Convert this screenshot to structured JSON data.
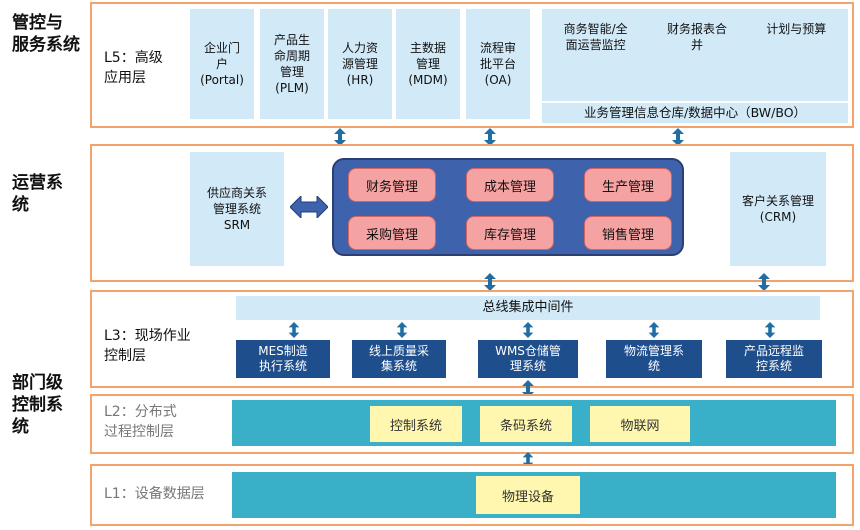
{
  "system_labels": {
    "management": "管控与\n服务系统",
    "operations": "运营系\n统",
    "department": "部门级\n控制系\n统"
  },
  "layers": {
    "l5": {
      "label": "L5：高级\n应用层"
    },
    "l3": {
      "label": "L3：现场作业\n控制层"
    },
    "l2": {
      "label": "L2：分布式\n过程控制层"
    },
    "l1": {
      "label": "L1：设备数据层"
    }
  },
  "l5_apps": [
    "企业门\n户\n(Portal)",
    "产品生\n命周期\n管理\n(PLM)",
    "人力资\n源管理\n(HR)",
    "主数据\n管理\n(MDM)",
    "流程审\n批平台\n(OA)"
  ],
  "bw": {
    "items": [
      "商务智能/全\n面运营监控",
      "财务报表合\n并",
      "计划与预算"
    ],
    "center": "业务管理信息仓库/数据中心（BW/BO）"
  },
  "operations": {
    "srm": "供应商关系\n管理系统\nSRM",
    "crm": "客户关系管理\n(CRM)",
    "modules": [
      "财务管理",
      "成本管理",
      "生产管理",
      "采购管理",
      "库存管理",
      "销售管理"
    ]
  },
  "l3": {
    "bus": "总线集成中间件",
    "systems": [
      "MES制造\n执行系统",
      "线上质量采\n集系统",
      "WMS仓储管\n理系统",
      "物流管理系\n统",
      "产品远程监\n控系统"
    ]
  },
  "l2": {
    "items": [
      "控制系统",
      "条码系统",
      "物联网"
    ]
  },
  "l1": {
    "device": "物理设备"
  },
  "colors": {
    "layer_border": "#f2a36b",
    "light_blue": "#d2eaf7",
    "dark_blue": "#1f4e8c",
    "teal_bar": "#3ab0c8",
    "yellow": "#fff7b0",
    "core_blue": "#3f62ad",
    "pink": "#f5a2a2",
    "arrow": "#1f6ea5"
  }
}
